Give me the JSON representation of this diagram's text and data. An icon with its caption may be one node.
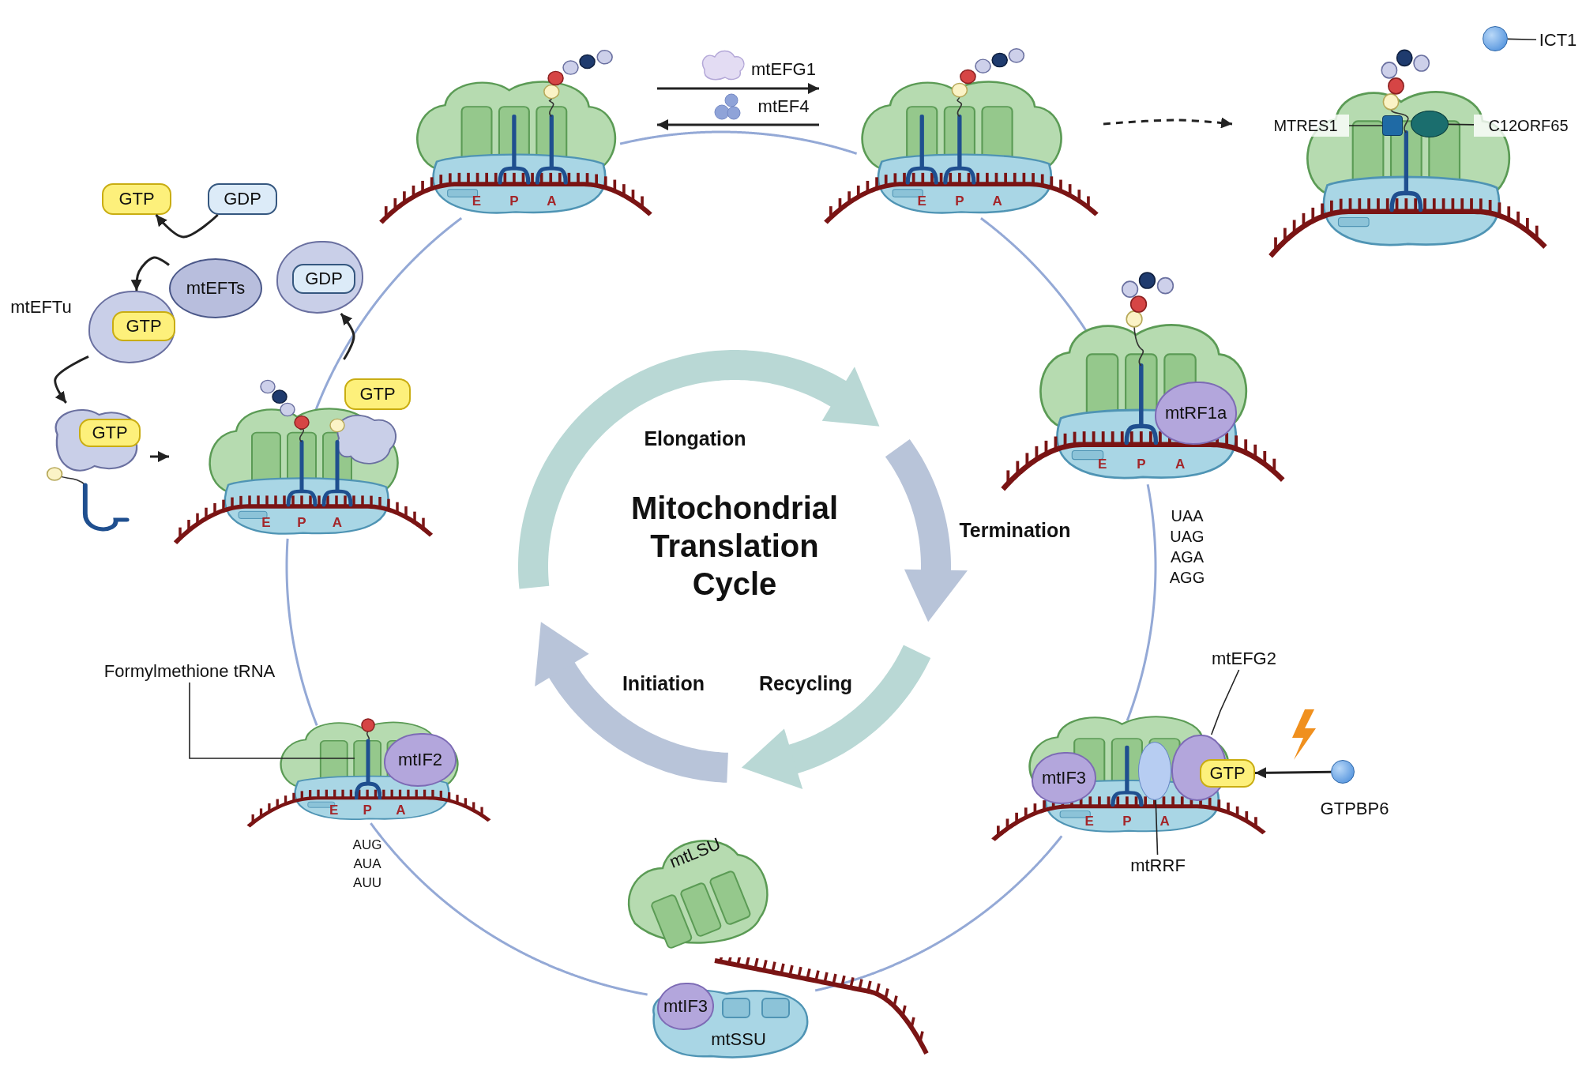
{
  "diagram": {
    "title": "Mitochondrial Translation Cycle",
    "nodes": [
      {
        "text": [
          "GTP"
        ]
      },
      {
        "text": [
          "GDP"
        ]
      },
      {
        "text": [
          "mtEFTs"
        ]
      },
      {
        "text": [],
        "shape": "blob",
        "beside": [
          "mtEFTu"
        ]
      },
      {
        "text": [
          "GTP"
        ],
        "in": 3
      },
      {
        "text": [],
        "shape": "picture"
      },
      {
        "text": [
          "GTP"
        ],
        "in": 5
      },
      {
        "text": [],
        "shape": "blob"
      },
      {
        "text": [
          "GDP"
        ],
        "in": 7
      },
      {
        "text": [
          "E",
          "P",
          "A"
        ]
      },
      {
        "text": [
          "GTP"
        ],
        "in": 9
      },
      {
        "text": [
          "E",
          "P",
          "A"
        ]
      },
      {
        "text": [
          "E",
          "P",
          "A"
        ]
      },
      {
        "text": [],
        "shape": "picture"
      },
      {
        "text": [],
        "shape": "box",
        "in": 13
      },
      {
        "text": [],
        "shape": "oval",
        "in": 13
      },
      {
        "text": [
          "MTRES1"
        ],
        "in": 13
      },
      {
        "text": [
          "C12ORF65"
        ],
        "in": 13
      },
      {
        "text": [],
        "shape": "circle"
      },
      {
        "text": [
          "ICT1"
        ]
      },
      {
        "text": [
          "E",
          "P",
          "A"
        ],
        "beside": [
          "UAA",
          "UAG",
          "AGA",
          "AGG"
        ]
      },
      {
        "text": [
          "mtRF1a"
        ],
        "in": 20
      },
      {
        "text": [
          "E",
          "P",
          "A"
        ]
      },
      {
        "text": [
          "mtIF3"
        ],
        "in": 22
      },
      {
        "text": [],
        "shape": "oval",
        "in": 22
      },
      {
        "text": [],
        "shape": "blob",
        "in": 22
      },
      {
        "text": [
          "GTP"
        ],
        "in": 22
      },
      {
        "text": [
          "mtRRF"
        ]
      },
      {
        "text": [
          "mtEFG2"
        ]
      },
      {
        "text": [],
        "shape": "circle",
        "beside": [
          "GTPBP6"
        ]
      },
      {
        "text": [
          "mtLSU"
        ]
      },
      {
        "text": [
          "mtSSU"
        ]
      },
      {
        "text": [
          "mtIF3"
        ],
        "in": 31
      },
      {
        "text": [
          "E",
          "P",
          "A"
        ],
        "beside": [
          "AUG",
          "AUA",
          "AUU"
        ]
      },
      {
        "text": [
          "mtIF2"
        ],
        "in": 33
      },
      {
        "text": [
          "Formylmethione tRNA"
        ]
      },
      {
        "text": [],
        "shape": "picture",
        "in": 33
      }
    ],
    "edges": [
      {
        "from": 1,
        "to": 0,
        "arrow": "to"
      },
      {
        "from": 2,
        "to": 3,
        "arrow": "to"
      },
      {
        "from": 3,
        "to": 5,
        "arrow": "to"
      },
      {
        "from": 5,
        "to": 9,
        "arrow": "to"
      },
      {
        "from": 9,
        "to": 7,
        "arrow": "to"
      },
      {
        "from": 11,
        "to": 12,
        "arrow": "to",
        "label": "mtEFG1"
      },
      {
        "from": 12,
        "to": 11,
        "arrow": "to",
        "label": "mtEF4"
      },
      {
        "from": 12,
        "to": 13,
        "arrow": "to",
        "style": "dashed"
      },
      {
        "from": 9,
        "to": 11,
        "arrow": "none",
        "color": "#94a9d6"
      },
      {
        "from": 11,
        "to": 12,
        "arrow": "none",
        "color": "#94a9d6"
      },
      {
        "from": 12,
        "to": 20,
        "arrow": "none",
        "color": "#94a9d6"
      },
      {
        "from": 20,
        "to": 22,
        "arrow": "none",
        "color": "#94a9d6"
      },
      {
        "from": 22,
        "to": 31,
        "arrow": "none",
        "color": "#94a9d6"
      },
      {
        "from": 31,
        "to": 33,
        "arrow": "none",
        "color": "#94a9d6"
      },
      {
        "from": 33,
        "to": 9,
        "arrow": "none",
        "color": "#94a9d6"
      },
      {
        "from": 16,
        "to": 14,
        "arrow": "none"
      },
      {
        "from": 17,
        "to": 15,
        "arrow": "none"
      },
      {
        "from": 19,
        "to": 18,
        "arrow": "none"
      },
      {
        "from": 27,
        "to": 24,
        "arrow": "none"
      },
      {
        "from": 28,
        "to": 25,
        "arrow": "none"
      },
      {
        "from": 29,
        "to": 26,
        "arrow": "to"
      },
      {
        "from": 35,
        "to": 36,
        "arrow": "none"
      }
    ],
    "labels": [
      "Elongation",
      "Termination",
      "Recycling",
      "Initiation"
    ]
  }
}
